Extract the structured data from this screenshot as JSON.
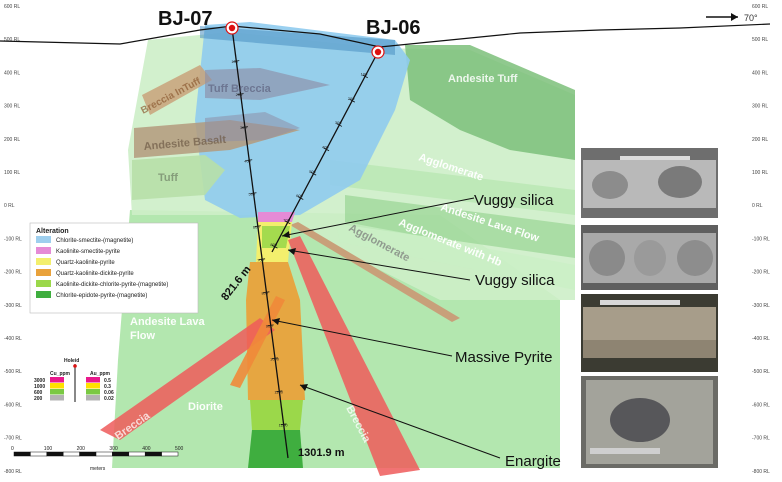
{
  "section": {
    "north_arrow_label": "70°",
    "rl_levels": [
      "600 RL",
      "500 RL",
      "400 RL",
      "300 RL",
      "200 RL",
      "100 RL",
      "0 RL",
      "-100 RL",
      "-200 RL",
      "-300 RL",
      "-400 RL",
      "-500 RL",
      "-600 RL",
      "-700 RL",
      "-800 RL"
    ],
    "rl_levels_right": [
      "600 RL",
      "500 RL",
      "400 RL",
      "300 RL",
      "200 RL",
      "100 RL",
      "0 RL",
      "-100 RL",
      "-200 RL",
      "-300 RL",
      "-400 RL",
      "-500 RL",
      "-600 RL",
      "-700 RL",
      "-800 RL"
    ]
  },
  "drillholes": [
    {
      "name": "BJ-07",
      "end_depth_label": "1301.9 m",
      "depth_ticks": [
        "100",
        "200",
        "300",
        "400",
        "500",
        "600",
        "700",
        "800",
        "900",
        "1000",
        "1100",
        "1200"
      ]
    },
    {
      "name": "BJ-06",
      "end_depth_label": "821.6 m",
      "depth_ticks": [
        "100",
        "200",
        "300",
        "400",
        "500",
        "600",
        "700",
        "800"
      ]
    }
  ],
  "units": {
    "breccia_in_tuff": "Breccia InTuff",
    "tuff_breccia": "Tuff Breccia",
    "andesite_basalt": "Andesite Basalt",
    "tuff": "Tuff",
    "andesite_tuff": "Andesite Tuff",
    "agglomerate_1": "Agglomerate",
    "andesite_lava_flow_right": "Andesite Lava Flow",
    "agglomerate_with_hb": "Agglomerate with Hb",
    "agglomerate_2": "Agglomerate",
    "andesite_lava_flow_left_1": "Andesite Lava",
    "andesite_lava_flow_left_2": "Flow",
    "diorite": "Diorite",
    "breccia_left": "Breccia",
    "breccia_right": "Breccia"
  },
  "annotations": [
    "Vuggy silica",
    "Vuggy silica",
    "Massive Pyrite",
    "Enargite"
  ],
  "legend": {
    "title": "Alteration",
    "items": [
      {
        "label": "Chlorite-smectite-(magnetite)",
        "color": "#9ecfee"
      },
      {
        "label": "Kaolinite-smectite-pyrite",
        "color": "#e58bd6"
      },
      {
        "label": "Quartz-kaolinite-pyrite",
        "color": "#f3ef6d"
      },
      {
        "label": "Quartz-kaolinite-dickite-pyrite",
        "color": "#e9a23b"
      },
      {
        "label": "Kaolinite-dickite-chlorite-pyrite-(magnetite)",
        "color": "#9bd84a"
      },
      {
        "label": "Chlorite-epidote-pyrite-(magnetite)",
        "color": "#3fae3f"
      }
    ]
  },
  "assay_legend": {
    "holeid_label": "Holeid",
    "cu_label": "Cu_ppm",
    "au_label": "Au_ppm",
    "cu_values": [
      "3000",
      "1000",
      "600",
      "200"
    ],
    "au_values": [
      "0.5",
      "0.3",
      "0.06",
      "0.02"
    ],
    "colors": [
      "#e8198c",
      "#ffe000",
      "#7ac943",
      "#b3b3b3"
    ]
  },
  "scale_bar": {
    "ticks": [
      "0",
      "100",
      "200",
      "300",
      "400",
      "500"
    ],
    "unit": "meters"
  }
}
